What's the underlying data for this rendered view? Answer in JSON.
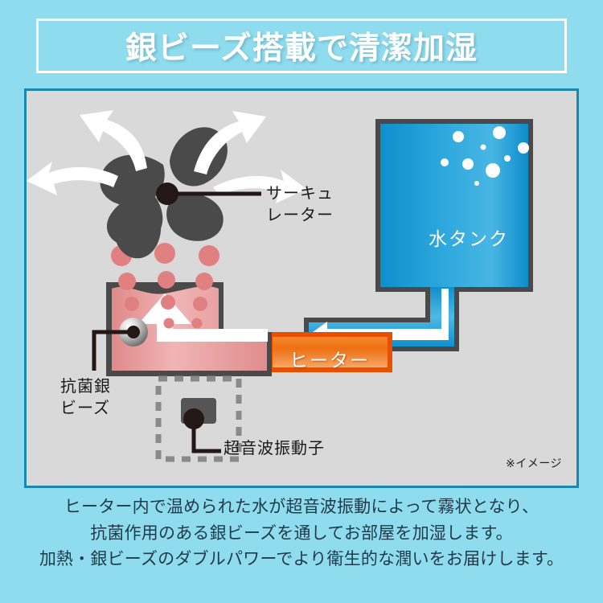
{
  "header": {
    "title": "銀ビーズ搭載で清潔加湿"
  },
  "diagram": {
    "image_note": "※イメージ",
    "labels": {
      "circulator": "サーキュ\nレーター",
      "silver_beads": "抗菌銀\nビーズ",
      "ultrasonic": "超音波振動子",
      "water_tank": "水タンク",
      "heater": "ヒーター"
    },
    "colors": {
      "panel_background": "#d9d9d9",
      "panel_border": "#1a87b0",
      "page_background": "#8fdcee",
      "tank_blue": "#1b9ad6",
      "heater_orange": "#f07a20",
      "heater_border": "#ea4f00",
      "mist_pink": "#e08080",
      "water_pink": "#e9a0a0",
      "fan_gray": "#4a4a4a",
      "pipe_outline": "#4a4a4a"
    }
  },
  "description": {
    "line1": "ヒーター内で温められた水が超音波振動によって霧状となり、",
    "line2": "抗菌作用のある銀ビーズを通してお部屋を加湿します。",
    "line3": "加熱・銀ビーズのダブルパワーでより衛生的な潤いをお届けします。"
  }
}
